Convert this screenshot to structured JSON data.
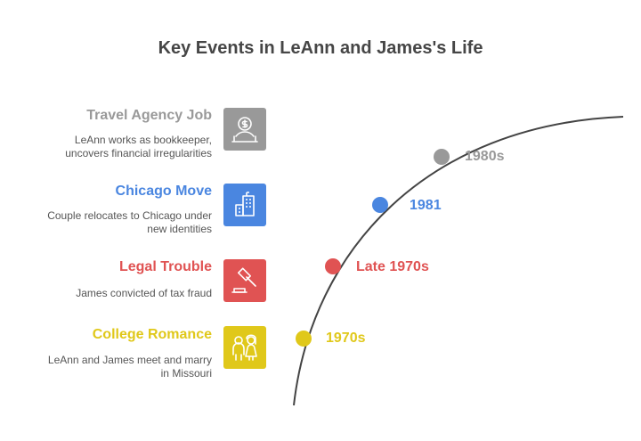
{
  "title": "Key Events in LeAnn and James's Life",
  "colors": {
    "gray": "#999999",
    "blue": "#4a86e0",
    "red": "#e05353",
    "yellow": "#e0c81a",
    "title_text": "#464646",
    "desc_text": "#555555"
  },
  "events": [
    {
      "title": "Travel Agency Job",
      "description_line1": "LeAnn works as bookkeeper,",
      "description_line2": "uncovers financial irregularities",
      "era": "1980s",
      "icon": "money-bag-icon"
    },
    {
      "title": "Chicago Move",
      "description_line1": "Couple relocates to Chicago under",
      "description_line2": "new identities",
      "era": "1981",
      "icon": "buildings-icon"
    },
    {
      "title": "Legal Trouble",
      "description_line1": "James convicted of tax fraud",
      "description_line2": "",
      "era": "Late 1970s",
      "icon": "gavel-icon"
    },
    {
      "title": "College Romance",
      "description_line1": "LeAnn and James meet and marry",
      "description_line2": "in Missouri",
      "era": "1970s",
      "icon": "couple-icon"
    }
  ]
}
